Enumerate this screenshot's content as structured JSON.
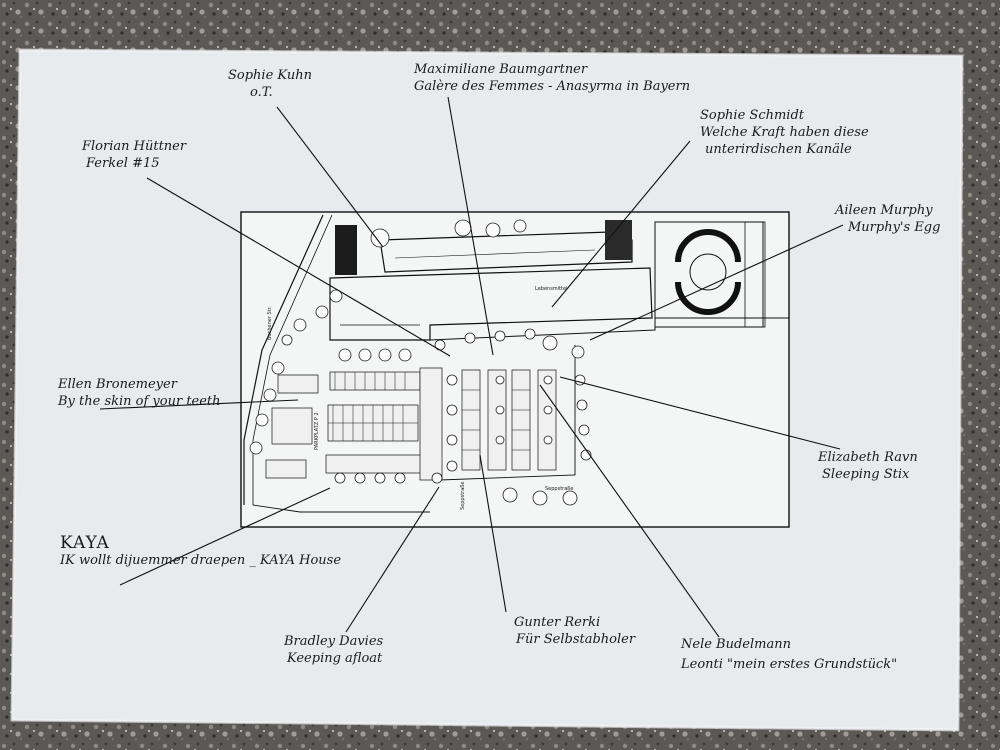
{
  "photo": {
    "colors": {
      "gravel": "#5b5955",
      "paper": "#e8ebee",
      "ink": "#1a1a1a"
    }
  },
  "plan": {
    "labels": {
      "street_bottom": "Seppstraße",
      "street_left": "Buchener Str.",
      "parking": "PARKPLATZ P 2",
      "building": "Lebensmittel"
    }
  },
  "annotations": [
    {
      "id": "kuhn",
      "name": "Sophie Kuhn",
      "work": "o.T."
    },
    {
      "id": "baumgartner",
      "name": "Maximiliane Baumgartner",
      "work": "Galère des Femmes - Anasyrma in Bayern"
    },
    {
      "id": "schmidt",
      "name": "Sophie Schmidt",
      "work1": "Welche Kraft haben diese",
      "work2": "unterirdischen Kanäle"
    },
    {
      "id": "huettner",
      "name": "Florian Hüttner",
      "work": "Ferkel #15"
    },
    {
      "id": "murphy",
      "name": "Aileen Murphy",
      "work": "Murphy's Egg"
    },
    {
      "id": "bronemeyer",
      "name": "Ellen Bronemeyer",
      "work": "By the skin of your teeth"
    },
    {
      "id": "ravn",
      "name": "Elizabeth Ravn",
      "work": "Sleeping Stix"
    },
    {
      "id": "kaya",
      "name": "KAYA",
      "work": "IK wollt dijuemmer draepen _ KAYA House"
    },
    {
      "id": "davies",
      "name": "Bradley Davies",
      "work": "Keeping afloat"
    },
    {
      "id": "rerki",
      "name": "Gunter Rerki",
      "work": "Für Selbstabholer"
    },
    {
      "id": "budelmann",
      "name": "Nele Budelmann",
      "work": "Leonti \"mein erstes Grundstück\""
    }
  ]
}
